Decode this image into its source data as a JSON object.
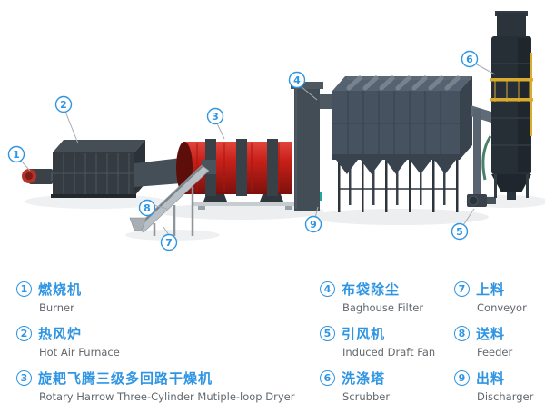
{
  "colors": {
    "accent_blue": "#2f95e3",
    "drum_red": "#c0251c",
    "machine_dark": "#39434d",
    "band_yellow": "#d9ac2f",
    "text_gray": "#62686e"
  },
  "diagram": {
    "callouts": [
      {
        "num": "1"
      },
      {
        "num": "2"
      },
      {
        "num": "3"
      },
      {
        "num": "4"
      },
      {
        "num": "5"
      },
      {
        "num": "6"
      },
      {
        "num": "7"
      },
      {
        "num": "8"
      },
      {
        "num": "9"
      }
    ]
  },
  "legend": {
    "columns": [
      {
        "items": [
          {
            "num": "1",
            "zh": "燃烧机",
            "en": "Burner"
          },
          {
            "num": "2",
            "zh": "热风炉",
            "en": "Hot Air Furnace"
          },
          {
            "num": "3",
            "zh": "旋耙飞腾三级多回路干燥机",
            "en": "Rotary Harrow Three-Cylinder Mutiple-loop Dryer"
          }
        ]
      },
      {
        "items": [
          {
            "num": "4",
            "zh": "布袋除尘",
            "en": "Baghouse Filter"
          },
          {
            "num": "5",
            "zh": "引风机",
            "en": "Induced Draft Fan"
          },
          {
            "num": "6",
            "zh": "洗涤塔",
            "en": "Scrubber"
          }
        ]
      },
      {
        "items": [
          {
            "num": "7",
            "zh": "上料",
            "en": "Conveyor"
          },
          {
            "num": "8",
            "zh": "送料",
            "en": "Feeder"
          },
          {
            "num": "9",
            "zh": "出料",
            "en": "Discharger"
          }
        ]
      }
    ]
  }
}
